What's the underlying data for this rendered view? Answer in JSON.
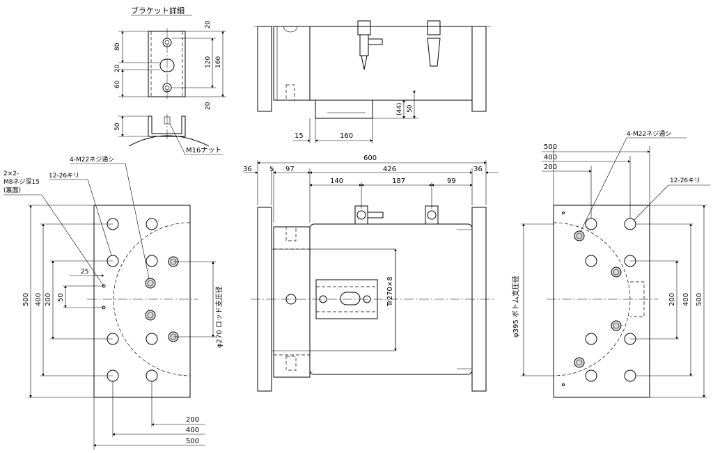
{
  "bracket": {
    "title": "ブラケット詳細",
    "dims": {
      "d20_top": "20",
      "d80": "80",
      "d20_mid": "20",
      "d60": "60",
      "d120": "120",
      "d160": "160",
      "d20_bot": "20",
      "d50": "50"
    },
    "nut_label": "M16ナット"
  },
  "top_view": {
    "dims": {
      "d44": "(44)",
      "d50": "50",
      "d15": "15",
      "d160": "160"
    }
  },
  "front_view": {
    "dims": {
      "overall": "600",
      "d36_left": "36",
      "d5": "5",
      "d97": "97",
      "d426": "426",
      "d36_right": "36",
      "d140": "140",
      "d187": "187",
      "d99": "99"
    },
    "thread_label": "Tr270×8"
  },
  "left_view": {
    "labels": {
      "tap": "2×2-",
      "tap2": "M8ネジ深15",
      "tap3": "(裏面)",
      "drill": "12-26キリ",
      "thread": "4-M22ネジ通シ",
      "rod_dia": "φ270 ロッド支圧径"
    },
    "dims": {
      "d25": "25",
      "d50": "50",
      "d200": "200",
      "d400": "400",
      "d500": "500",
      "b200": "200",
      "b400": "400",
      "b500": "500"
    }
  },
  "right_view": {
    "labels": {
      "thread": "4-M22ネジ通シ",
      "drill": "12-26キリ",
      "bottom_dia": "φ395 ボトム支圧径"
    },
    "dims": {
      "t500": "500",
      "t400": "400",
      "t200": "200",
      "r200": "200",
      "r400": "400",
      "r500": "500"
    }
  }
}
